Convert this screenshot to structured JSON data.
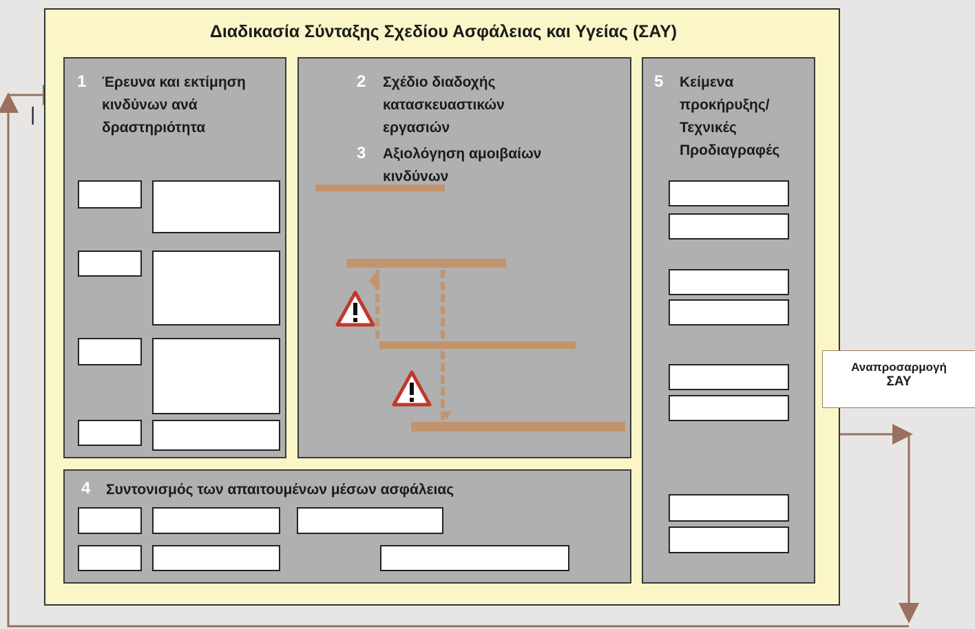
{
  "title": "Διαδικασία Σύνταξης Σχεδίου Ασφάλειας και Υγείας (ΣΑΥ)",
  "panel1": {
    "num": "1",
    "lines": [
      "Έρευνα και εκτίμηση",
      "κινδύνων ανά",
      "δραστηριότητα"
    ]
  },
  "panel2": {
    "num": "2",
    "lines": [
      "Σχέδιο διαδοχής",
      "κατασκευαστικών",
      "εργασιών"
    ]
  },
  "panel3": {
    "num": "3",
    "lines": [
      "Αξιολόγηση αμοιβαίων",
      "κινδύνων"
    ]
  },
  "panel4": {
    "num": "4",
    "text": "Συντονισμός των απαιτουμένων μέσων ασφάλειας"
  },
  "panel5": {
    "num": "5",
    "lines": [
      "Κείμενα",
      "προκήρυξης/",
      "Τεχνικές",
      "Προδιαγραφές"
    ]
  },
  "update": {
    "line1": "Αναπροσαρμογή",
    "line2": "ΣΑΥ"
  },
  "side_mark": "|",
  "colors": {
    "frame_fill": "#fbf6c8",
    "panel_fill": "#b0b0b0",
    "bar": "#c2946e",
    "arrow": "#9a7060",
    "warning": "#c0392b"
  },
  "icons": {
    "warning": "warning-triangle-icon"
  }
}
